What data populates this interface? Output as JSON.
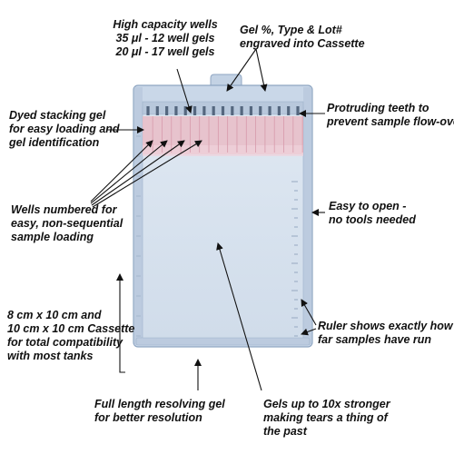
{
  "callouts": {
    "wells": [
      "High capacity wells",
      "35 μl - 12 well gels",
      "20 μl - 17 well gels"
    ],
    "engraved": [
      "Gel %, Type & Lot#",
      "engraved into Cassette"
    ],
    "dyed": [
      "Dyed stacking gel",
      "for easy loading and",
      "gel identification"
    ],
    "teeth": [
      "Protruding teeth to",
      "prevent sample flow-over"
    ],
    "numbered": [
      "Wells numbered for",
      "easy, non-sequential",
      "sample loading"
    ],
    "open": [
      "Easy to open -",
      "no tools needed"
    ],
    "size": [
      "8 cm x 10 cm and",
      "10 cm x 10 cm Cassette",
      "for  total compatibility",
      "with most tanks"
    ],
    "ruler": [
      "Ruler shows exactly how",
      "far samples have run"
    ],
    "resolving": [
      "Full length resolving gel",
      "for better resolution"
    ],
    "stronger": [
      "Gels up to 10x stronger",
      "making tears a thing of",
      "the past"
    ]
  },
  "colors": {
    "cassette": "#c9d7e8",
    "cassette_edge": "#8fa6c2",
    "gel_area": "#d5e1ee",
    "stacking_gel": "#e7b8c4",
    "arrow": "#111111"
  }
}
